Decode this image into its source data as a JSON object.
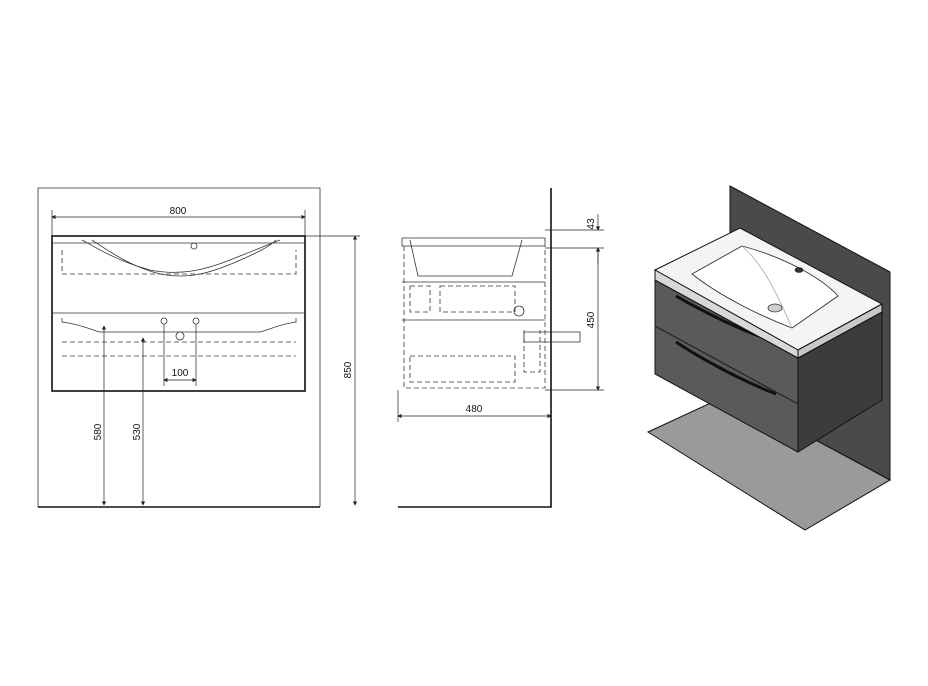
{
  "dimensions": {
    "width": "800",
    "tap_spacing": "100",
    "height_580": "580",
    "height_530": "530",
    "height_850": "850",
    "top_thickness": "43",
    "cabinet_height": "450",
    "depth": "480"
  },
  "colors": {
    "wall": "#4a4a4a",
    "floor": "#9a9a9a",
    "cabinet_front": "#5a5a5a",
    "cabinet_side": "#3c3c3c",
    "basin_top": "#f4f4f4",
    "line": "#222222"
  }
}
